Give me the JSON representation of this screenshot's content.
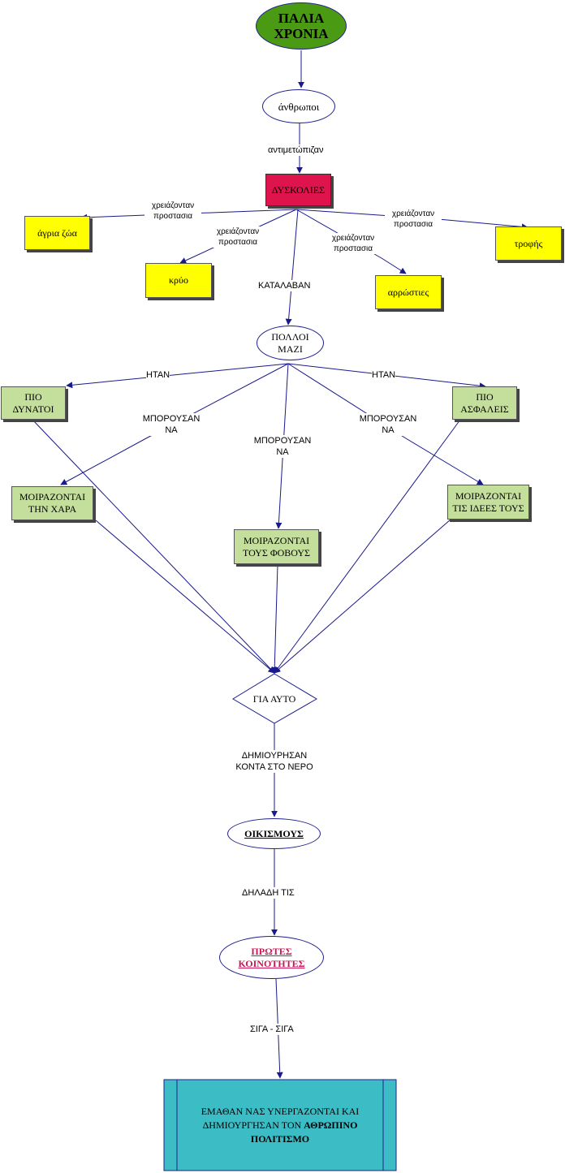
{
  "nodes": {
    "start": "ΠΑΛΙΑ ΧΡΟΝΙΑ",
    "people": "άνθρωποι",
    "difficulties": "ΔΥΣΚΟΛΙΕΣ",
    "wild_animals": "άγρια ζώα",
    "cold": "κρύο",
    "diseases": "αρρώστιες",
    "food": "τροφής",
    "many_together": "ΠΟΛΛΟΙ ΜΑΖΙ",
    "stronger": "ΠΙΟ ΔΥΝΑΤΟΙ",
    "safer": "ΠΙΟ ΑΣΦΑΛΕΙΣ",
    "share_joy": "ΜΟΙΡΑΖΟΝΤΑΙ ΤΗΝ ΧΑΡΑ",
    "share_fears": "ΜΟΙΡΑΖΟΝΤΑΙ ΤΟΥΣ ΦΟΒΟΥΣ",
    "share_ideas": "ΜΟΙΡΑΖΟΝΤΑΙ ΤΙΣ ΙΔΕΕΣ ΤΟΥΣ",
    "therefore": "ΓΙΑ ΑΥΤΟ",
    "settlements": "ΟΙΚΙΣΜΟΥΣ",
    "first_communities": "ΠΡΩΤΕΣ ΚΟΙΝΟΤΗΤΕΣ",
    "final_text": "ΕΜΑΘΑΝ ΝΑΣ ΥΝΕΡΓΑΖΟΝΤΑΙ ΚΑΙ ΔΗΜΙΟΥΡΓΗΣΑΝ ΤΟΝ",
    "final_bold": "ΑΘΡΩΠΙΝΟ ΠΟΛΙΤΙΣΜΟ"
  },
  "labels": {
    "faced": "αντιμετώπιζαν",
    "needed_protection": "χρειάζονταν προστασια",
    "understood": "ΚΑΤΑΛΑΒΑΝ",
    "were": "ΗΤΑΝ",
    "could": "ΜΠΟΡΟΥΣΑΝ ΝΑ",
    "created_near_water": "ΔΗΜΙΟΥΡΗΣΑΝ ΚΟΝΤΑ ΣΤΟ ΝΕΡΟ",
    "namely": "ΔΗΛΑΔΗ ΤΙΣ",
    "slowly": "ΣΙΓΑ - ΣΙΓΑ"
  },
  "colors": {
    "edge": "#1a1a8c",
    "start_fill": "#4a9a14",
    "difficulties_fill": "#e0144c",
    "yellow_fill": "#ffff00",
    "green_fill": "#c4df9b",
    "final_fill": "#3cbcc4",
    "communities_text": "#cc1452"
  }
}
